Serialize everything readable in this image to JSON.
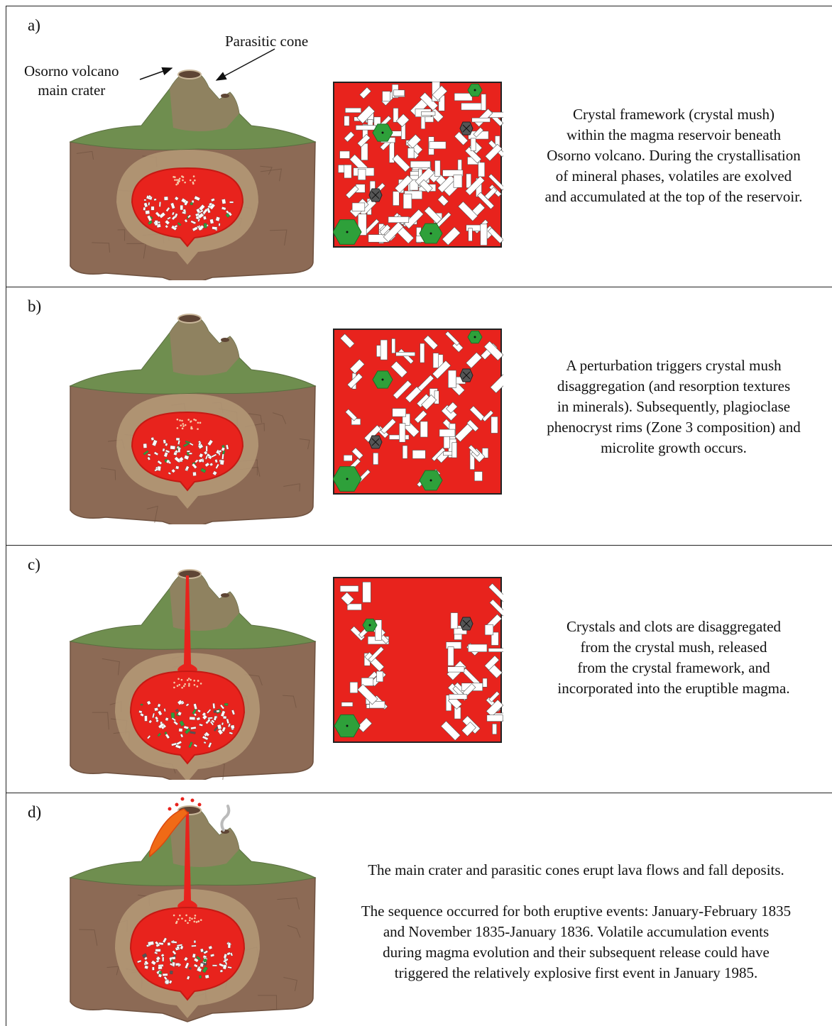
{
  "panels": [
    {
      "letter": "a)",
      "callouts": {
        "main_crater": "Osorno volcano\nmain crater",
        "parasitic_cone": "Parasitic cone"
      },
      "description": "Crystal framework (crystal mush)\nwithin the magma reservoir beneath\nOsorno volcano. During the crystallisation\nof mineral phases, volatiles are exolved\nand accumulated at the top of the reservoir."
    },
    {
      "letter": "b)",
      "description": "A perturbation triggers crystal mush\ndisaggregation (and resorption textures\nin minerals). Subsequently, plagioclase\nphenocryst rims (Zone 3 composition) and\nmicrolite growth occurs."
    },
    {
      "letter": "c)",
      "description": "Crystals and clots are disaggregated\nfrom the crystal mush, released\nfrom the crystal framework, and\nincorporated into the eruptible magma."
    },
    {
      "letter": "d)",
      "description_1": "The main crater and parasitic cones erupt lava flows and fall deposits.",
      "description_2": "The sequence occurred for both eruptive events: January-February 1835\nand November 1835-January 1836. Volatile accumulation events\nduring magma evolution and their subsequent release could have\ntriggered the relatively explosive first event in January 1985."
    }
  ],
  "colors": {
    "magma": "#e8231d",
    "rock": "#8c6a55",
    "vegetation": "#6f8e4f",
    "olivine": "#2ea03a",
    "crystal": "#ffffff",
    "oxide": "#555555"
  }
}
